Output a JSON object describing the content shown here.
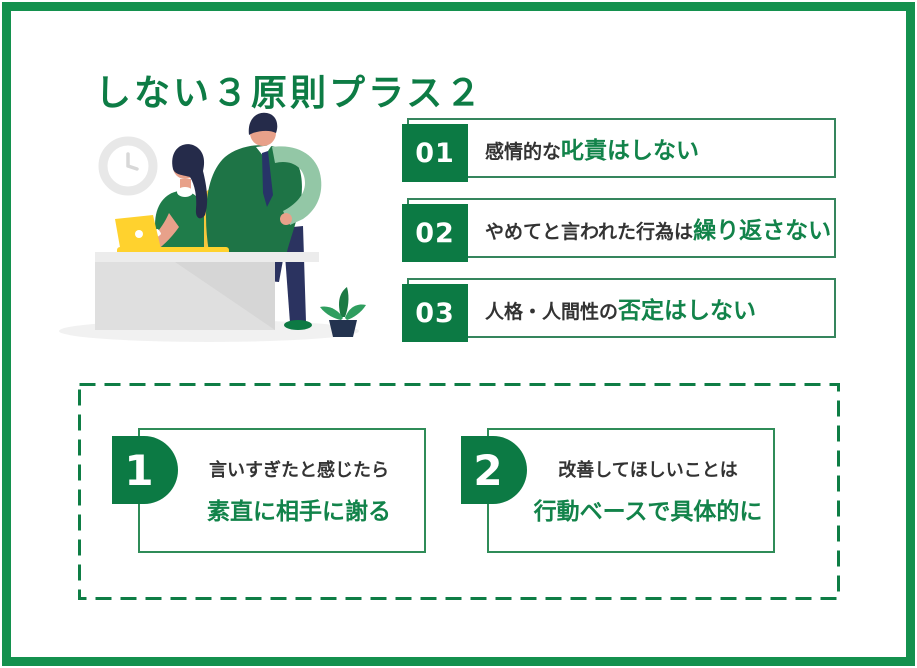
{
  "page": {
    "title": "しない３原則プラス２"
  },
  "principles": [
    {
      "number": "01",
      "prefix": "感情的な",
      "highlight": "叱責はしない"
    },
    {
      "number": "02",
      "prefix": "やめてと言われた行為は",
      "highlight": "繰り返さない"
    },
    {
      "number": "03",
      "prefix": "人格・人間性の",
      "highlight": "否定はしない"
    }
  ],
  "plus_items": [
    {
      "number": "1",
      "line1": "言いすぎたと感じたら",
      "line2": "素直に相手に謝る"
    },
    {
      "number": "2",
      "line1": "改善してほしいことは",
      "line2": "行動ベースで具体的に"
    }
  ],
  "colors": {
    "brand_green": "#0c7a44",
    "frame_green": "#14914e",
    "text_green": "#12834a",
    "text_dark": "#333333",
    "box_border_green": "#35855d",
    "dashed_border_green": "#0e7d45",
    "chair_yellow": "#f6c63d",
    "laptop_yellow": "#ffd22e"
  },
  "illustration": {
    "elements": [
      "wall-clock",
      "seated-woman-with-laptop",
      "standing-man",
      "desk",
      "potted-plant",
      "floor-shadow"
    ]
  }
}
